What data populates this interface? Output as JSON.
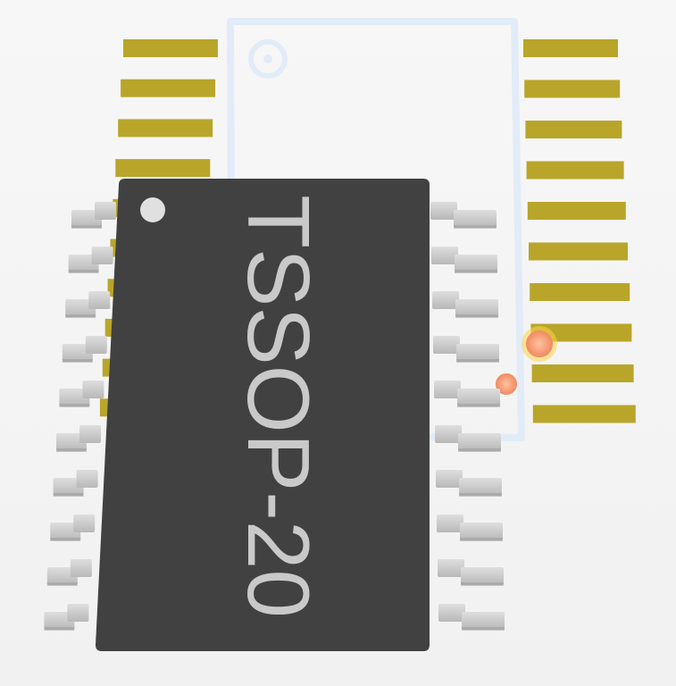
{
  "viewport": {
    "background": "#f3f3f3"
  },
  "component": {
    "package_label": "TSSOP-20",
    "pins_per_side": 10,
    "body_color": "#414141",
    "label_color": "#c9c9c9",
    "pin1_marker_color": "#e0e0e0",
    "lead_color": "#c8c8c8",
    "lead_shadow_color": "#9a9a9a"
  },
  "footprint": {
    "pads_per_side": 10,
    "pad_color": "#b9a52a",
    "outline_color": "#e1ecf8",
    "pin1_marker": "circle"
  },
  "gizmo": {
    "handle_color": "#f5a37a",
    "handle_glow": "#ffd34a"
  }
}
